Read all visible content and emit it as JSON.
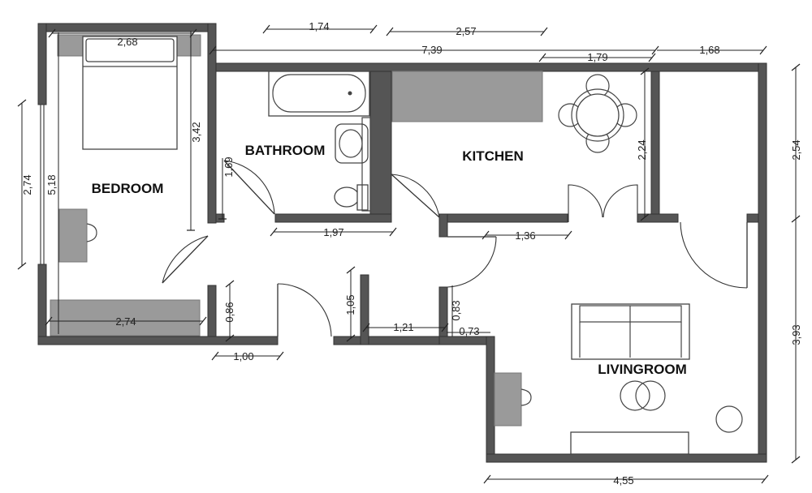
{
  "rooms": {
    "bedroom": "BEDROOM",
    "bathroom": "BATHROOM",
    "kitchen": "KITCHEN",
    "livingroom": "LIVINGROOM"
  },
  "dimensions": {
    "top_174": "1,74",
    "top_257": "2,57",
    "overall_739": "7,39",
    "top_179": "1,79",
    "top_168": "1,68",
    "bed_268": "2,68",
    "bed_342": "3,42",
    "left_274": "2,74",
    "left_518": "5,18",
    "bath_169": "1,69",
    "bath_197": "1,97",
    "kitchen_224": "2,24",
    "kitchen_136": "1,36",
    "right_254": "2,54",
    "right_393": "3,93",
    "bed_bottom_274": "2,74",
    "hall_086": "0,86",
    "hall_100": "1,00",
    "hall_105": "1,05",
    "hall_121": "1,21",
    "hall_083": "0,83",
    "hall_073": "0,73",
    "bottom_455": "4,55"
  },
  "colors": {
    "wall": "#555555",
    "furniture_fill": "#9a9a9a",
    "background": "#ffffff"
  }
}
